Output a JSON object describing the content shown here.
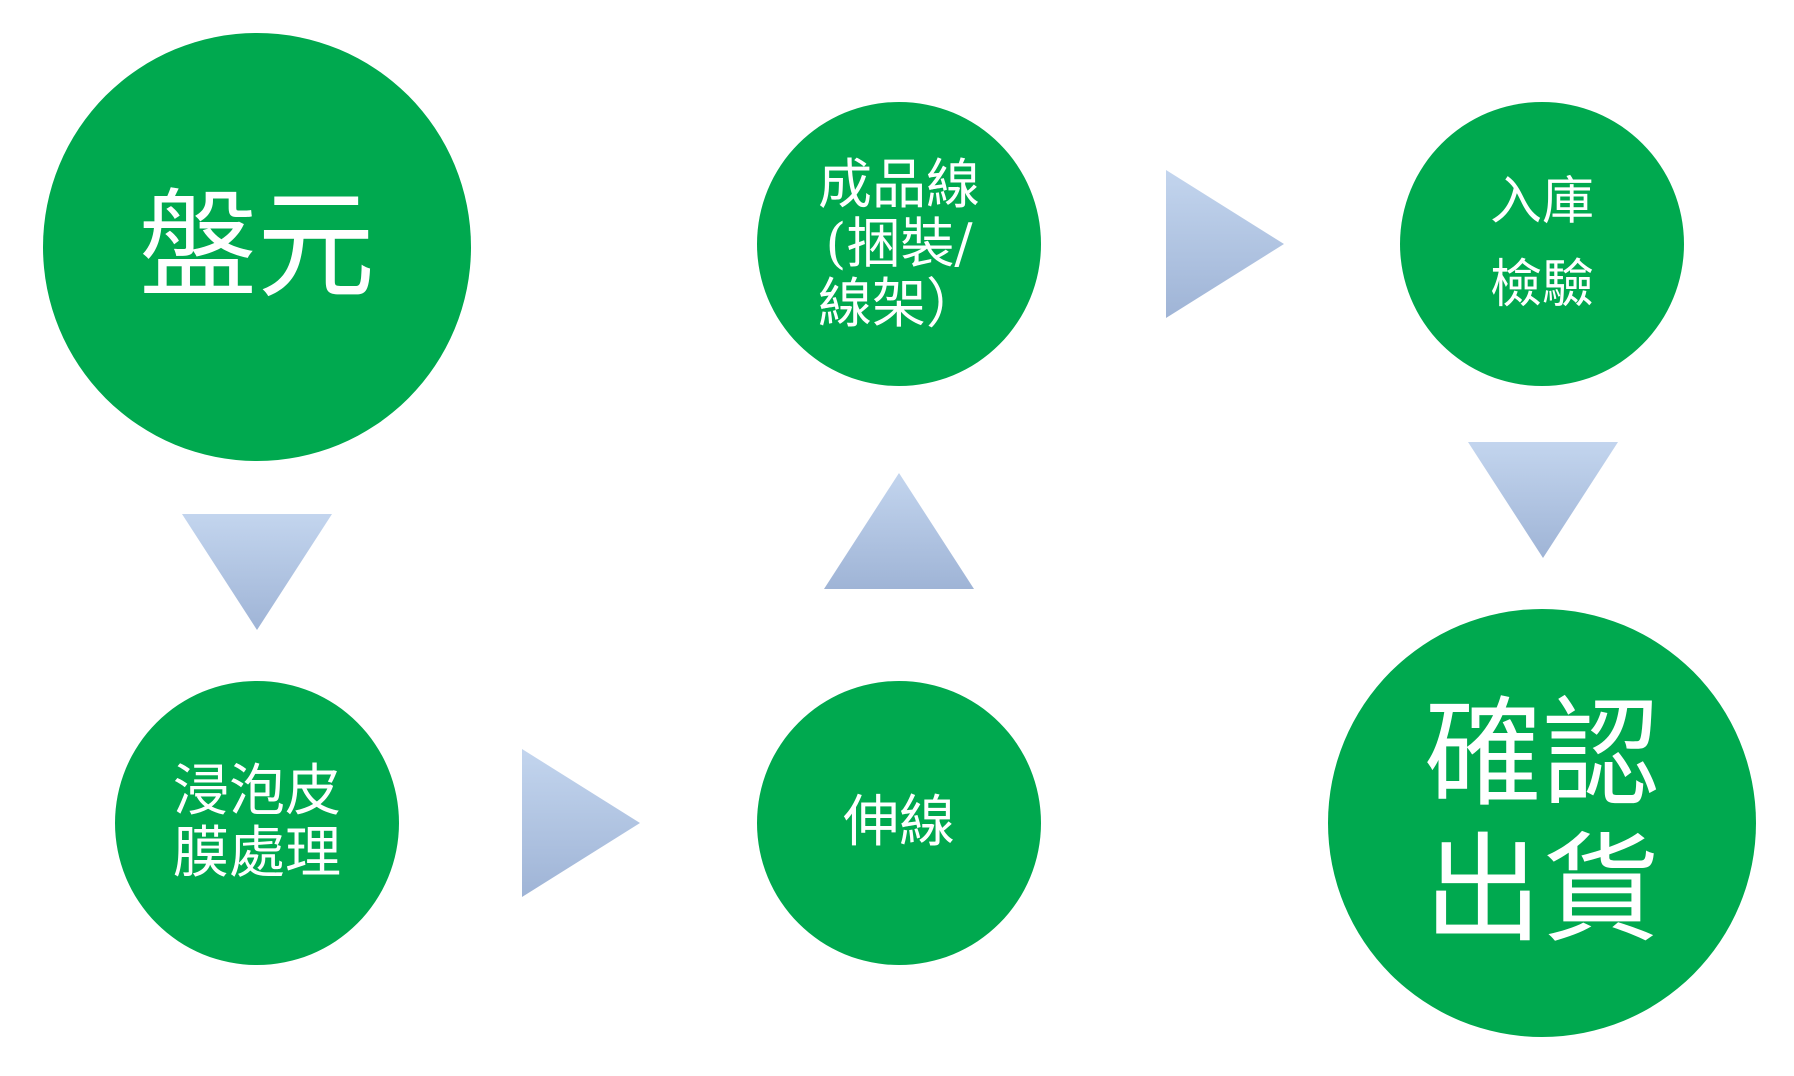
{
  "colors": {
    "node_fill": "#00a94f",
    "node_text": "#ffffff",
    "arrow_top": "#c3d5ee",
    "arrow_bottom": "#9fb4d6"
  },
  "nodes": {
    "plate_element": "盤元",
    "pickling_coating": "浸泡皮\n膜處理",
    "wire_drawing": "伸線",
    "finished_line": "成品線\n(捆裝/\n線架）",
    "warehouse_inspection": "入庫\n檢驗",
    "confirm_shipment": "確認\n出貨"
  },
  "arrows": [
    {
      "from": "plate_element",
      "to": "pickling_coating",
      "direction": "down"
    },
    {
      "from": "pickling_coating",
      "to": "wire_drawing",
      "direction": "right"
    },
    {
      "from": "wire_drawing",
      "to": "finished_line",
      "direction": "up"
    },
    {
      "from": "finished_line",
      "to": "warehouse_inspection",
      "direction": "right"
    },
    {
      "from": "warehouse_inspection",
      "to": "confirm_shipment",
      "direction": "down"
    }
  ]
}
